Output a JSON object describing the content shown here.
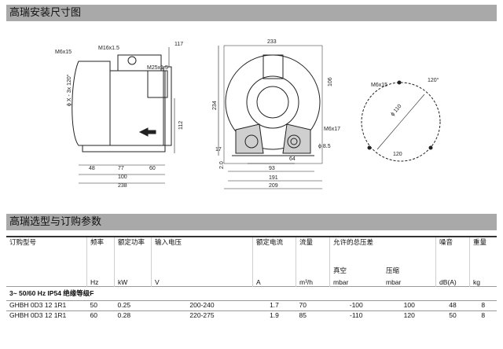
{
  "section1_title": "高瑞安装尺寸图",
  "section2_title": "高瑞选型与订购参数",
  "drawing_labels": {
    "m6x15_left": "M6x15",
    "m16": "M16x1.5",
    "m25": "M25x1.5",
    "phi_x": "ϕ X - 3x 120°",
    "d117": "117",
    "d112": "112",
    "d48": "48",
    "d77": "77",
    "d60": "60",
    "d100": "100",
    "d238": "238",
    "d233": "233",
    "d106": "106",
    "d234": "234",
    "d17": "17",
    "d2": "2.0",
    "m6x17": "M6x17",
    "phi85": "ϕ 8.5",
    "d93": "93",
    "d64": "64",
    "d191": "191",
    "d209": "209",
    "m6x15_right": "M6x15",
    "a120a": "120°",
    "a120b": "120",
    "phi110": "ϕ 110"
  },
  "table": {
    "headers": [
      "订购型号",
      "频率",
      "额定功率",
      "输入电压",
      "额定电流",
      "流量",
      "允许的总压差",
      "噪音",
      "重量"
    ],
    "subheaders": {
      "vac": "真空",
      "comp": "压缩"
    },
    "units": [
      "Hz",
      "kW",
      "V",
      "A",
      "m³/h",
      "mbar",
      "mbar",
      "dB(A)",
      "kg"
    ],
    "group": "3~ 50/60 Hz  IP54  绝缘等级F",
    "rows": [
      [
        "GHBH 0D3 12 1R1",
        "50",
        "0.25",
        "200-240",
        "1.7",
        "70",
        "-100",
        "100",
        "48",
        "8"
      ],
      [
        "GHBH 0D3 12 1R1",
        "60",
        "0.28",
        "220-275",
        "1.9",
        "85",
        "-110",
        "120",
        "50",
        "8"
      ]
    ]
  }
}
